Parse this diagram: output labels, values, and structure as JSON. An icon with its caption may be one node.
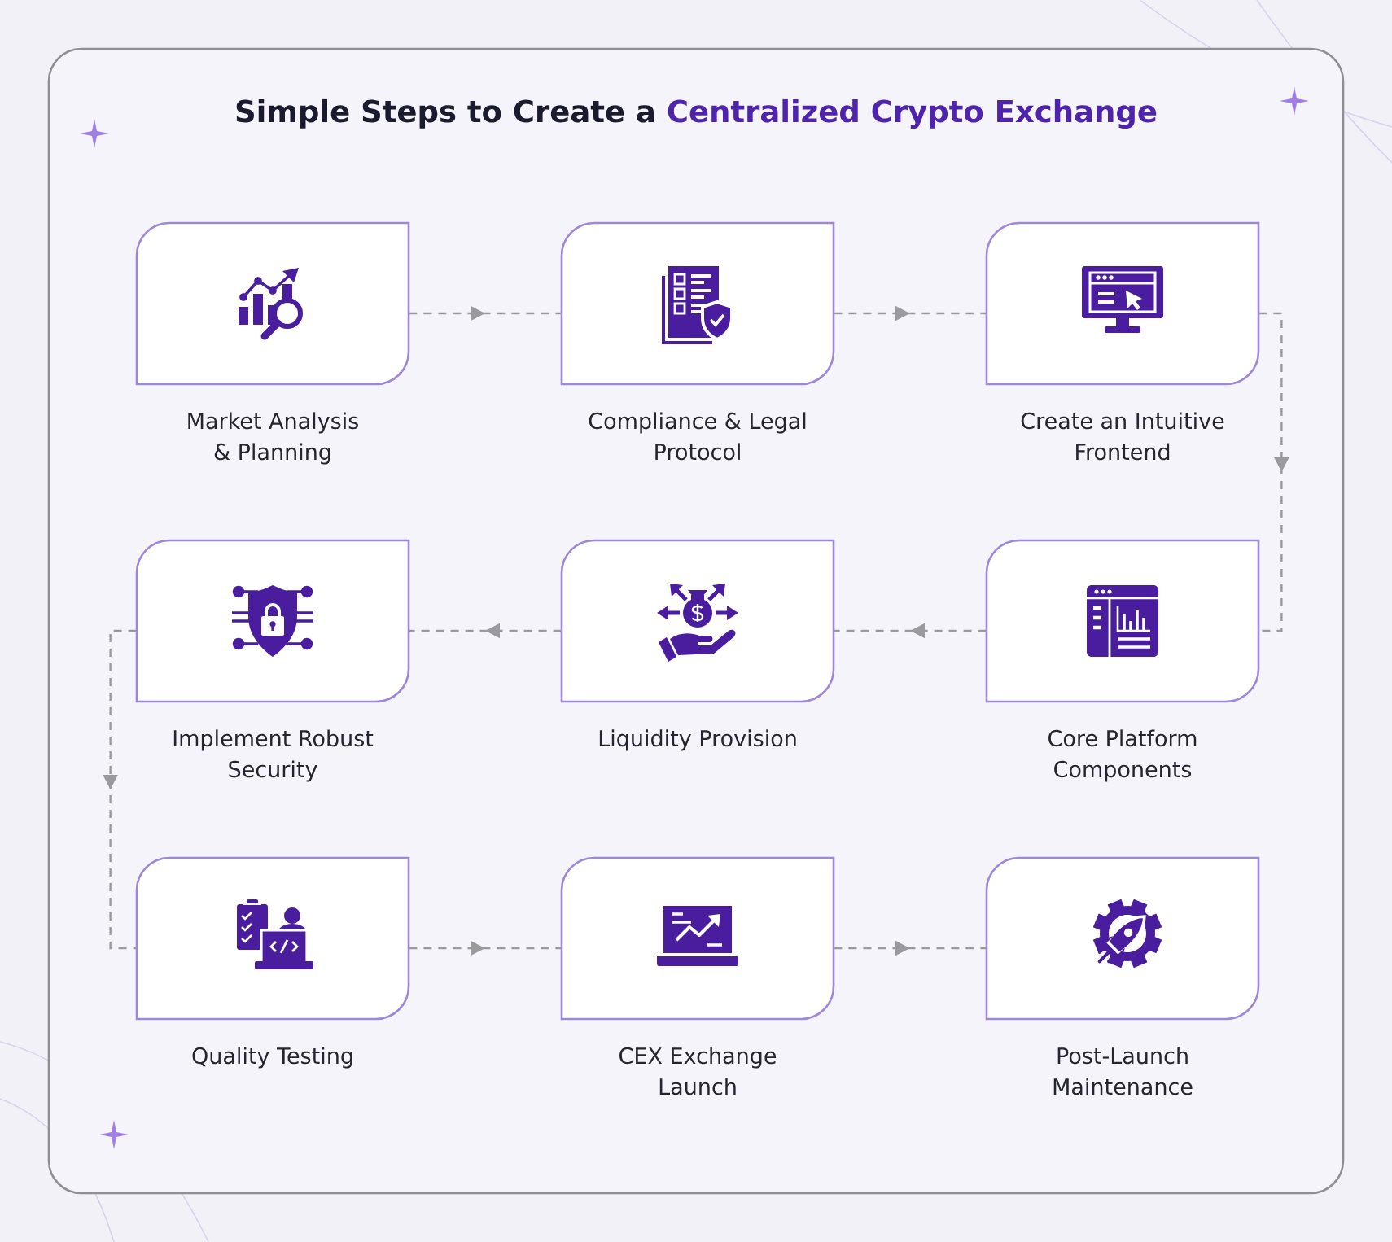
{
  "diagram": {
    "title": "Simple Steps to Create a **Centralized Crypto Exchange**",
    "nodes": [
      {
        "text": [
          "Market Analysis & Planning"
        ]
      },
      {
        "text": [
          "Compliance & Legal Protocol"
        ]
      },
      {
        "text": [
          "Create an Intuitive Frontend"
        ]
      },
      {
        "text": [
          "Core Platform Components"
        ]
      },
      {
        "text": [
          "Liquidity Provision"
        ]
      },
      {
        "text": [
          "Implement Robust Security"
        ]
      },
      {
        "text": [
          "Quality Testing"
        ]
      },
      {
        "text": [
          "CEX Exchange Launch"
        ]
      },
      {
        "text": [
          "Post-Launch Maintenance"
        ]
      }
    ],
    "edges": [
      {
        "from": 0,
        "to": 1,
        "arrow": "to"
      },
      {
        "from": 1,
        "to": 2,
        "arrow": "to"
      },
      {
        "from": 2,
        "to": 3,
        "arrow": "to"
      },
      {
        "from": 3,
        "to": 4,
        "arrow": "to"
      },
      {
        "from": 4,
        "to": 5,
        "arrow": "to"
      },
      {
        "from": 5,
        "to": 6,
        "arrow": "to"
      },
      {
        "from": 6,
        "to": 7,
        "arrow": "to"
      },
      {
        "from": 7,
        "to": 8,
        "arrow": "to"
      }
    ]
  }
}
